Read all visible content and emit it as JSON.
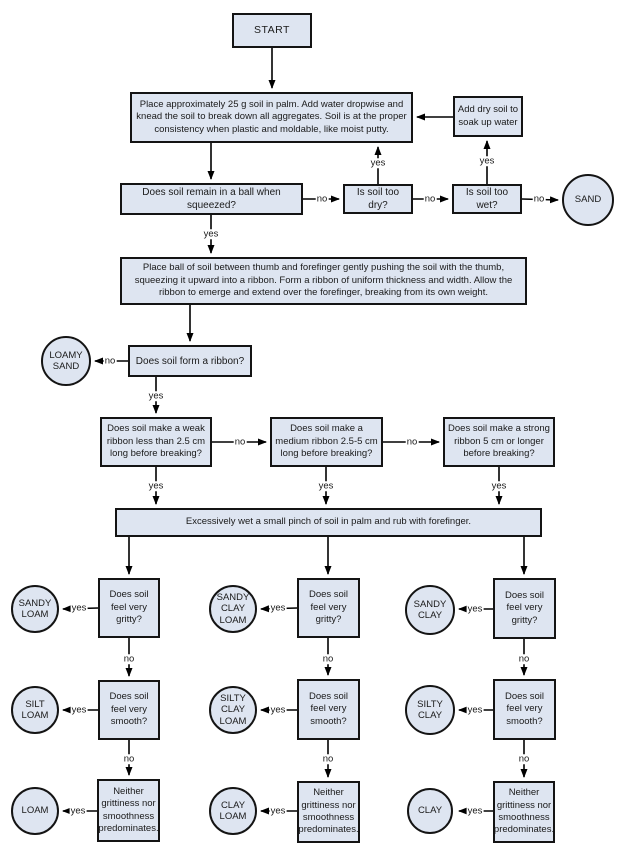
{
  "edge_labels": {
    "yes": "yes",
    "no": "no"
  },
  "nodes": {
    "start": "START",
    "prep": "Place approximately 25 g soil in palm. Add water dropwise and knead the soil to break down all aggregates. Soil is at the proper consistency when plastic and moldable, like moist putty.",
    "add_dry_soil": "Add dry soil to soak up water",
    "ball_question": "Does soil remain in a ball when squeezed?",
    "too_dry_question": "Is soil too dry?",
    "too_wet_question": "Is soil too wet?",
    "ribbon_instructions": "Place ball of soil between thumb and forefinger gently pushing the soil with the thumb, squeezing it upward into a ribbon. Form a ribbon of uniform thickness and width. Allow the ribbon to emerge and extend over the forefinger, breaking from its own weight.",
    "form_ribbon_question": "Does soil form a ribbon?",
    "weak_ribbon_question": "Does soil make a weak ribbon less than 2.5 cm long before breaking?",
    "medium_ribbon_question": "Does soil make a medium ribbon 2.5-5 cm long before breaking?",
    "strong_ribbon_question": "Does soil make a strong ribbon 5 cm or longer before breaking?",
    "wet_pinch_instruction": "Excessively wet a small pinch of soil in palm and rub with forefinger.",
    "gritty_question": "Does soil feel very gritty?",
    "smooth_question": "Does soil feel very smooth?",
    "neither_question": "Neither grittiness nor smoothness predominates."
  },
  "terminals": {
    "sand": "SAND",
    "loamy_sand": "LOAMY SAND",
    "sandy_loam": "SANDY LOAM",
    "silt_loam": "SILT LOAM",
    "loam": "LOAM",
    "sandy_clay_loam": "SANDY CLAY LOAM",
    "silty_clay_loam": "SILTY CLAY LOAM",
    "clay_loam": "CLAY LOAM",
    "sandy_clay": "SANDY CLAY",
    "silty_clay": "SILTY CLAY",
    "clay": "CLAY"
  },
  "colors": {
    "node_fill": "#dee5f1",
    "node_border": "#141414",
    "connector": "#000000",
    "text": "#1a1a1a",
    "background": "#ffffff"
  }
}
